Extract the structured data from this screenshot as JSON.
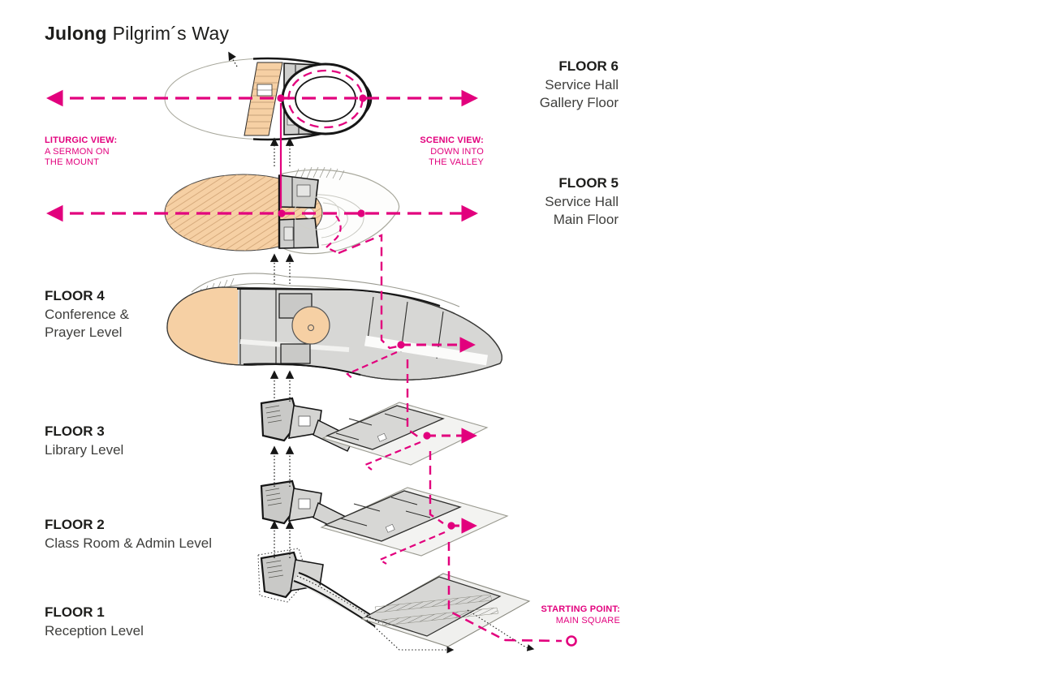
{
  "title": {
    "brand": "Julong",
    "rest": "Pilgrim´s Way"
  },
  "colors": {
    "accent_pink": "#E2007D",
    "peach": "#F6D0A4",
    "plan_gray": "#D7D7D5",
    "plan_light": "#F3F3F1",
    "outline_black": "#161616",
    "text_dark": "#1D1D1B"
  },
  "floors": [
    {
      "id": "floor-6",
      "label": "FLOOR 6",
      "lines": [
        "Service Hall",
        "Gallery Floor"
      ]
    },
    {
      "id": "floor-5",
      "label": "FLOOR 5",
      "lines": [
        "Service Hall",
        "Main Floor"
      ]
    },
    {
      "id": "floor-4",
      "label": "FLOOR 4",
      "lines": [
        "Conference &",
        "Prayer Level"
      ]
    },
    {
      "id": "floor-3",
      "label": "FLOOR 3",
      "lines": [
        "Library Level"
      ]
    },
    {
      "id": "floor-2",
      "label": "FLOOR 2",
      "lines": [
        "Class Room & Admin Level"
      ]
    },
    {
      "id": "floor-1",
      "label": "FLOOR 1",
      "lines": [
        "Reception Level"
      ]
    }
  ],
  "annotations": {
    "liturgic": {
      "title": "LITURGIC VIEW:",
      "lines": [
        "A SERMON ON",
        "THE MOUNT"
      ]
    },
    "scenic": {
      "title": "SCENIC VIEW:",
      "lines": [
        "DOWN INTO",
        "THE VALLEY"
      ]
    },
    "start": {
      "title": "STARTING POINT:",
      "lines": [
        "MAIN SQUARE"
      ]
    }
  }
}
